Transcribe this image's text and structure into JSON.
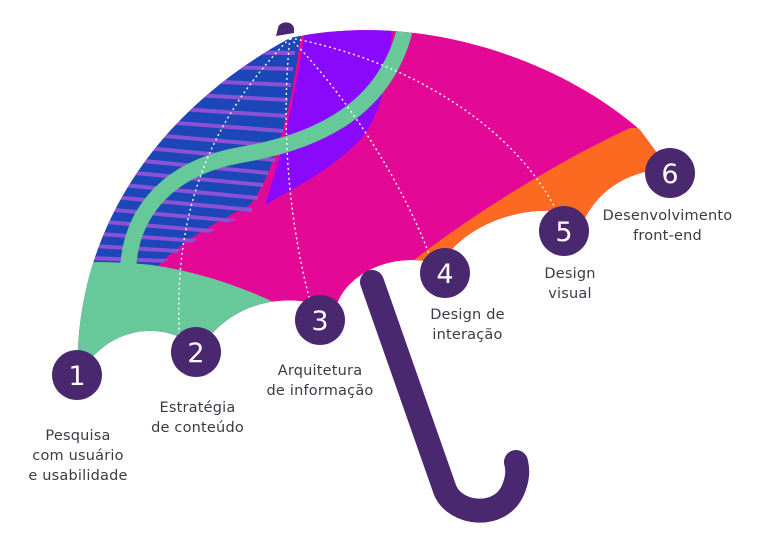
{
  "title": "UX design umbrella",
  "colors": {
    "blue": "#1c47b8",
    "stripe": "#8b52d6",
    "violet": "#8a08fb",
    "magenta": "#e30896",
    "green": "#67c99a",
    "orange": "#fc6920",
    "purple_dark": "#4a286f",
    "dots": "#ffffff",
    "text": "#3c3a45"
  },
  "steps": [
    {
      "number": "1",
      "lines": [
        "Pesquisa",
        "com usuário",
        "e usabilidade"
      ]
    },
    {
      "number": "2",
      "lines": [
        "Estratégia",
        "de conteúdo"
      ]
    },
    {
      "number": "3",
      "lines": [
        "Arquitetura",
        "de informação"
      ]
    },
    {
      "number": "4",
      "lines": [
        "Design de",
        "interação"
      ]
    },
    {
      "number": "5",
      "lines": [
        "Design",
        "visual"
      ]
    },
    {
      "number": "6",
      "lines": [
        "Desenvolvimento",
        "front-end"
      ]
    }
  ]
}
